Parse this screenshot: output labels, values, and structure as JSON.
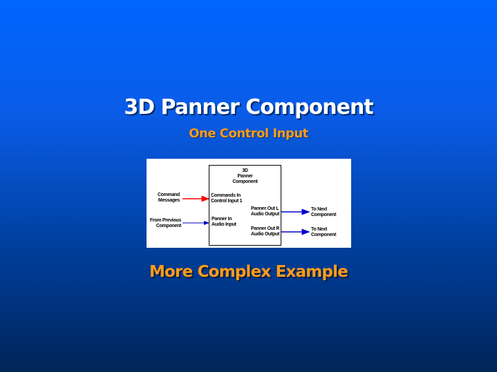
{
  "slide": {
    "title": "3D Panner Component",
    "subtitle": "One Control Input",
    "link": "More Complex Example"
  },
  "diagram": {
    "component": [
      "3D",
      "Panner",
      "Component"
    ],
    "inputs": [
      {
        "source": [
          "Command",
          "Messages"
        ],
        "port": [
          "Commands In",
          "Control Input 1"
        ],
        "color": "#ff0000"
      },
      {
        "source": [
          "From Previous",
          "Component"
        ],
        "port": [
          "Panner In",
          "Audio Input"
        ],
        "color": "#0000cc"
      }
    ],
    "outputs": [
      {
        "port": [
          "Panner Out L",
          "Audio Output"
        ],
        "dest": [
          "To Next",
          "Component"
        ],
        "color": "#0000cc"
      },
      {
        "port": [
          "Panner Out R",
          "Audio Output"
        ],
        "dest": [
          "To Next",
          "Component"
        ],
        "color": "#0000cc"
      }
    ]
  }
}
